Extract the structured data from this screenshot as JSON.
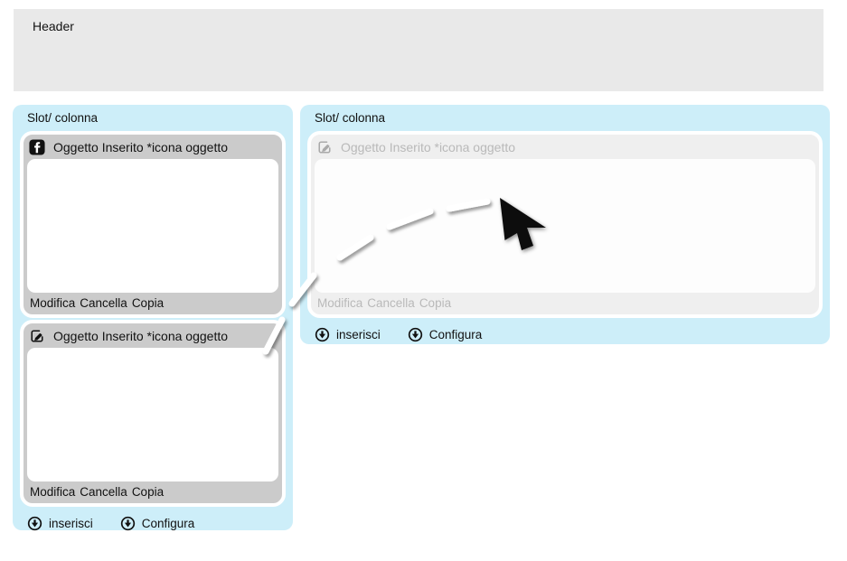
{
  "header": {
    "title": "Header"
  },
  "panels": {
    "left": {
      "title": "Slot/ colonna",
      "cards": [
        {
          "icon": "facebook-icon",
          "title": "Oggetto Inserito *icona oggetto",
          "actions": [
            "Modifica",
            "Cancella",
            "Copia"
          ]
        },
        {
          "icon": "edit-document-icon",
          "title": "Oggetto Inserito *icona oggetto",
          "actions": [
            "Modifica",
            "Cancella",
            "Copia"
          ]
        }
      ],
      "buttons": [
        {
          "icon": "circle-down-arrow-icon",
          "label": "inserisci"
        },
        {
          "icon": "circle-down-arrow-icon",
          "label": "Configura"
        }
      ]
    },
    "right": {
      "title": "Slot/ colonna",
      "ghost_card": {
        "icon": "edit-document-icon",
        "title": "Oggetto Inserito *icona oggetto",
        "actions": [
          "Modifica",
          "Cancella",
          "Copia"
        ],
        "state": "drop-preview-faded"
      },
      "buttons": [
        {
          "icon": "circle-down-arrow-icon",
          "label": "inserisci"
        },
        {
          "icon": "circle-down-arrow-icon",
          "label": "Configura"
        }
      ]
    }
  },
  "drag": {
    "cursor": "black-arrow-pointer",
    "trail": "white-dashed-arc"
  },
  "colors": {
    "page_bg": "#ffffff",
    "header_gray": "#e9e9e9",
    "panel_blue": "#cdeef9",
    "card_gray": "#cbcbcb",
    "card_body_white": "#ffffff",
    "ghost_gray": "#efefef",
    "ghost_text": "#b9b9b9",
    "text_black": "#111111"
  }
}
